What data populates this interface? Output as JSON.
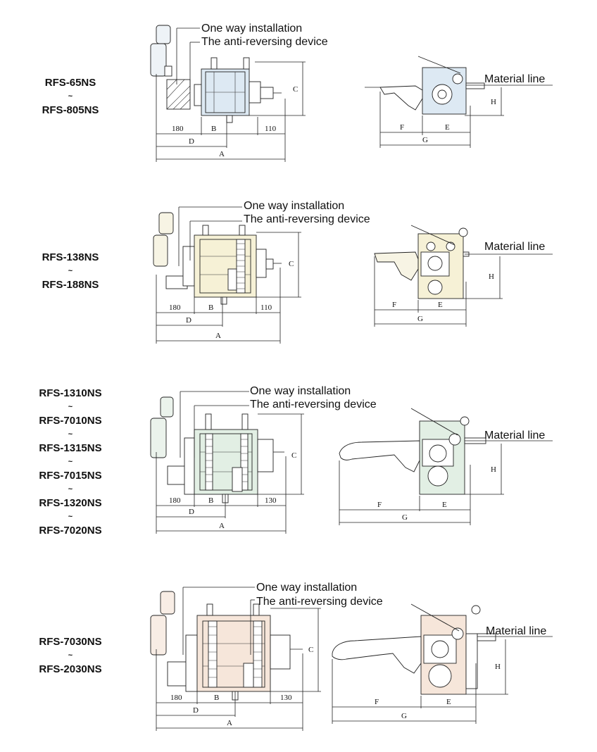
{
  "labels": {
    "one_way": "One way installation",
    "anti_reverse": "The anti-reversing device",
    "material_line": "Material line"
  },
  "dims": {
    "a": "A",
    "b": "B",
    "c": "C",
    "d": "D",
    "e": "E",
    "f": "F",
    "g": "G",
    "h": "H"
  },
  "separator": "~",
  "sections": [
    {
      "models": [
        "RFS-65NS",
        "RFS-805NS"
      ],
      "d180": "180",
      "dright": "110",
      "color": "#dde9f3"
    },
    {
      "models": [
        "RFS-138NS",
        "RFS-188NS"
      ],
      "d180": "180",
      "dright": "110",
      "color": "#f6f1d6"
    },
    {
      "models": [
        "RFS-1310NS",
        "RFS-7010NS",
        "RFS-1315NS",
        "RFS-7015NS",
        "RFS-1320NS",
        "RFS-7020NS"
      ],
      "d180": "180",
      "dright": "130",
      "color": "#e2efe4"
    },
    {
      "models": [
        "RFS-7030NS",
        "RFS-2030NS"
      ],
      "d180": "180",
      "dright": "130",
      "color": "#f6e6da"
    }
  ]
}
